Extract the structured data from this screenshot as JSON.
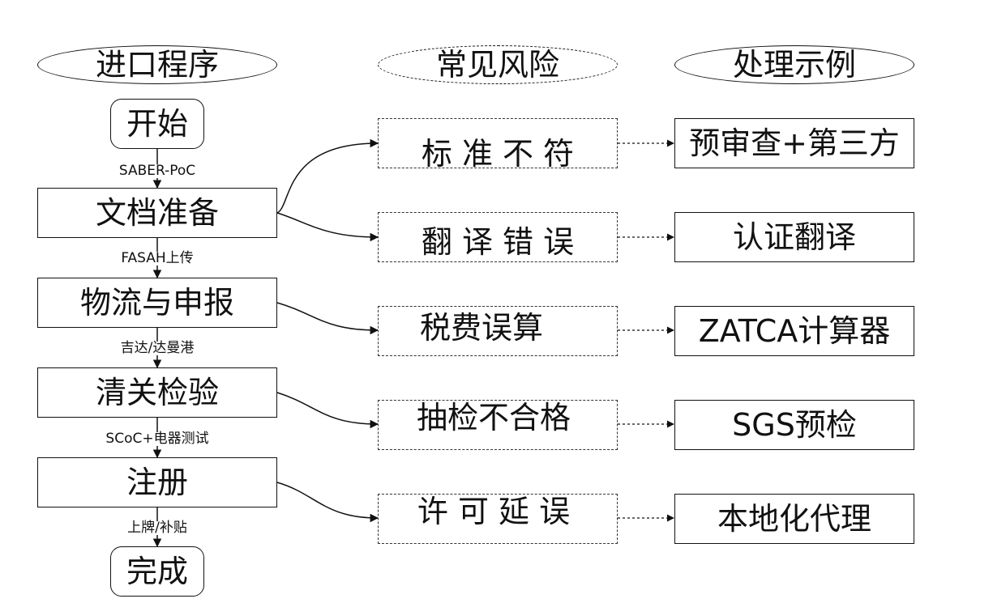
{
  "headers": {
    "process": "进口程序",
    "risks": "常见风险",
    "examples": "处理示例"
  },
  "process_steps": [
    {
      "id": "start",
      "label": "开始"
    },
    {
      "id": "docs",
      "label": "文档准备"
    },
    {
      "id": "logistics",
      "label": "物流与申报"
    },
    {
      "id": "clearance",
      "label": "清关检验"
    },
    {
      "id": "registration",
      "label": "注册"
    },
    {
      "id": "done",
      "label": "完成"
    }
  ],
  "step_connectors": [
    "SABER-PoC",
    "FASAH上传",
    "吉达/达曼港",
    "SCoC+电器测试",
    "上牌/补贴"
  ],
  "risks": [
    {
      "label": "标 准 不 符",
      "source": "docs"
    },
    {
      "label": "翻 译 错 误",
      "source": "docs"
    },
    {
      "label": "税费误算",
      "source": "logistics"
    },
    {
      "label": "抽检不合格",
      "source": "clearance"
    },
    {
      "label": "许 可 延 误",
      "source": "registration"
    }
  ],
  "examples": [
    {
      "label": "预审查+第三方"
    },
    {
      "label": "认证翻译"
    },
    {
      "label": "ZATCA计算器"
    },
    {
      "label": "SGS预检"
    },
    {
      "label": "本地化代理"
    }
  ]
}
